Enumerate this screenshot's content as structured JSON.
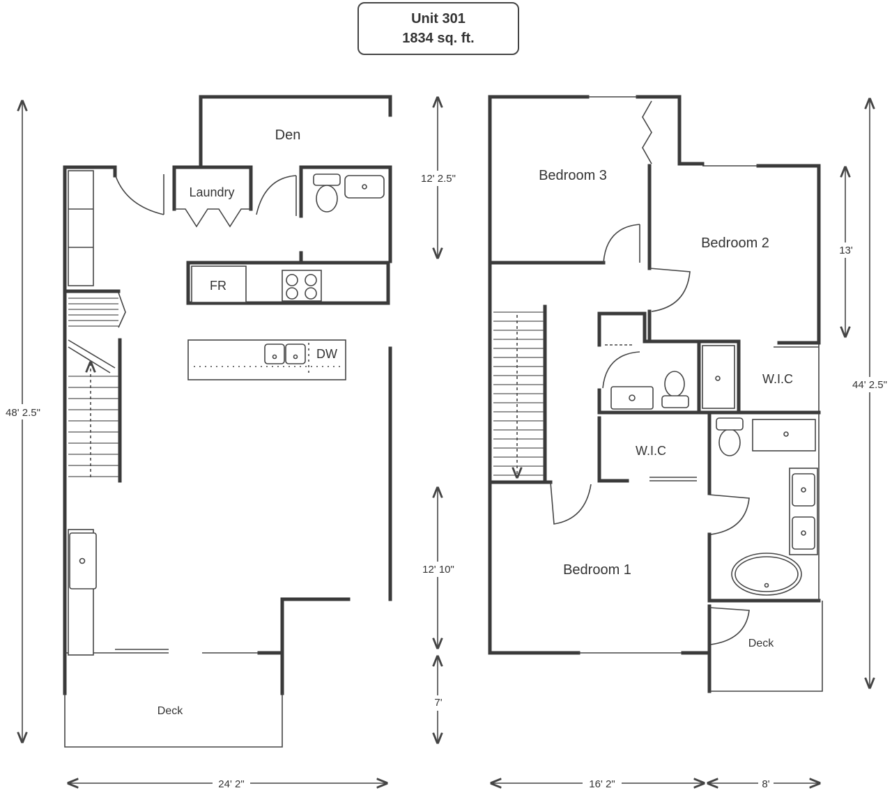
{
  "title": {
    "unit": "Unit 301",
    "area": "1834 sq. ft."
  },
  "first_floor": {
    "rooms": {
      "den": "Den",
      "laundry": "Laundry",
      "fridge": "FR",
      "dishwasher": "DW",
      "deck": "Deck"
    },
    "dimensions": {
      "overall_height": "48' 2.5\"",
      "width": "24' 2\"",
      "den_depth": "12' 2.5\"",
      "great_room_depth": "12' 10\"",
      "deck_depth": "7'"
    }
  },
  "second_floor": {
    "rooms": {
      "bedroom3": "Bedroom 3",
      "bedroom2": "Bedroom 2",
      "bedroom1": "Bedroom 1",
      "wic_upper": "W.I.C",
      "wic_lower": "W.I.C",
      "deck": "Deck"
    },
    "dimensions": {
      "overall_height": "44' 2.5\"",
      "bedroom2_depth": "13'",
      "width": "16' 2\"",
      "deck_width": "8'"
    }
  },
  "colors": {
    "wall": "#3a3a3a",
    "line": "#444444",
    "background": "#ffffff"
  }
}
